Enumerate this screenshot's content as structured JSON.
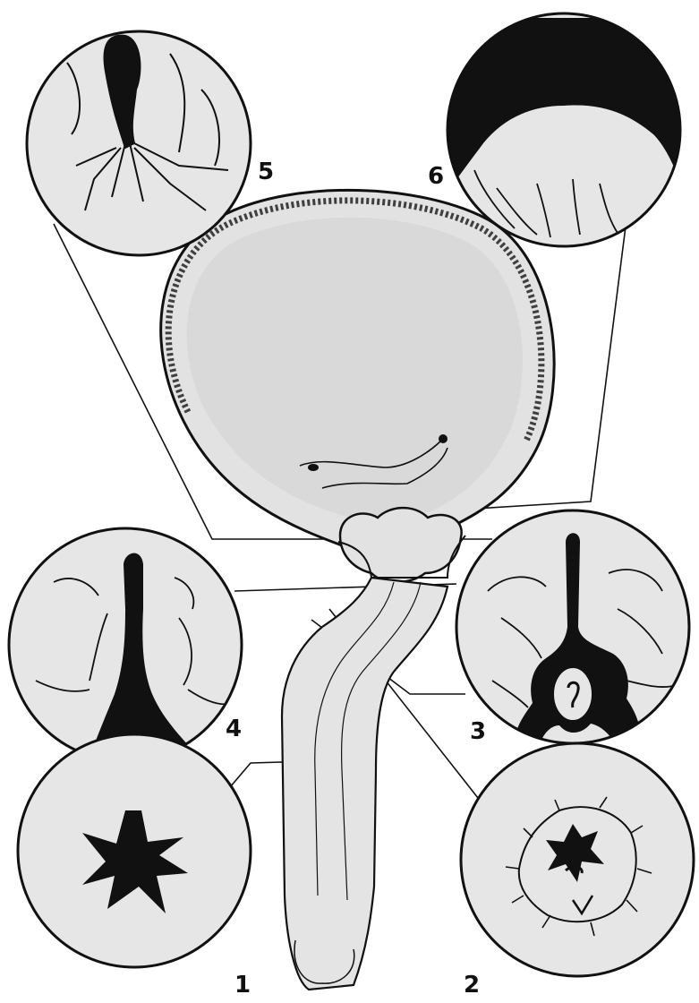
{
  "labels": {
    "view1": "1",
    "view2": "2",
    "view3": "3",
    "view4": "4",
    "view5": "5",
    "view6": "6"
  },
  "colors": {
    "ink": "#111111",
    "fill": "#e6e6e6",
    "paper": "#ffffff"
  }
}
